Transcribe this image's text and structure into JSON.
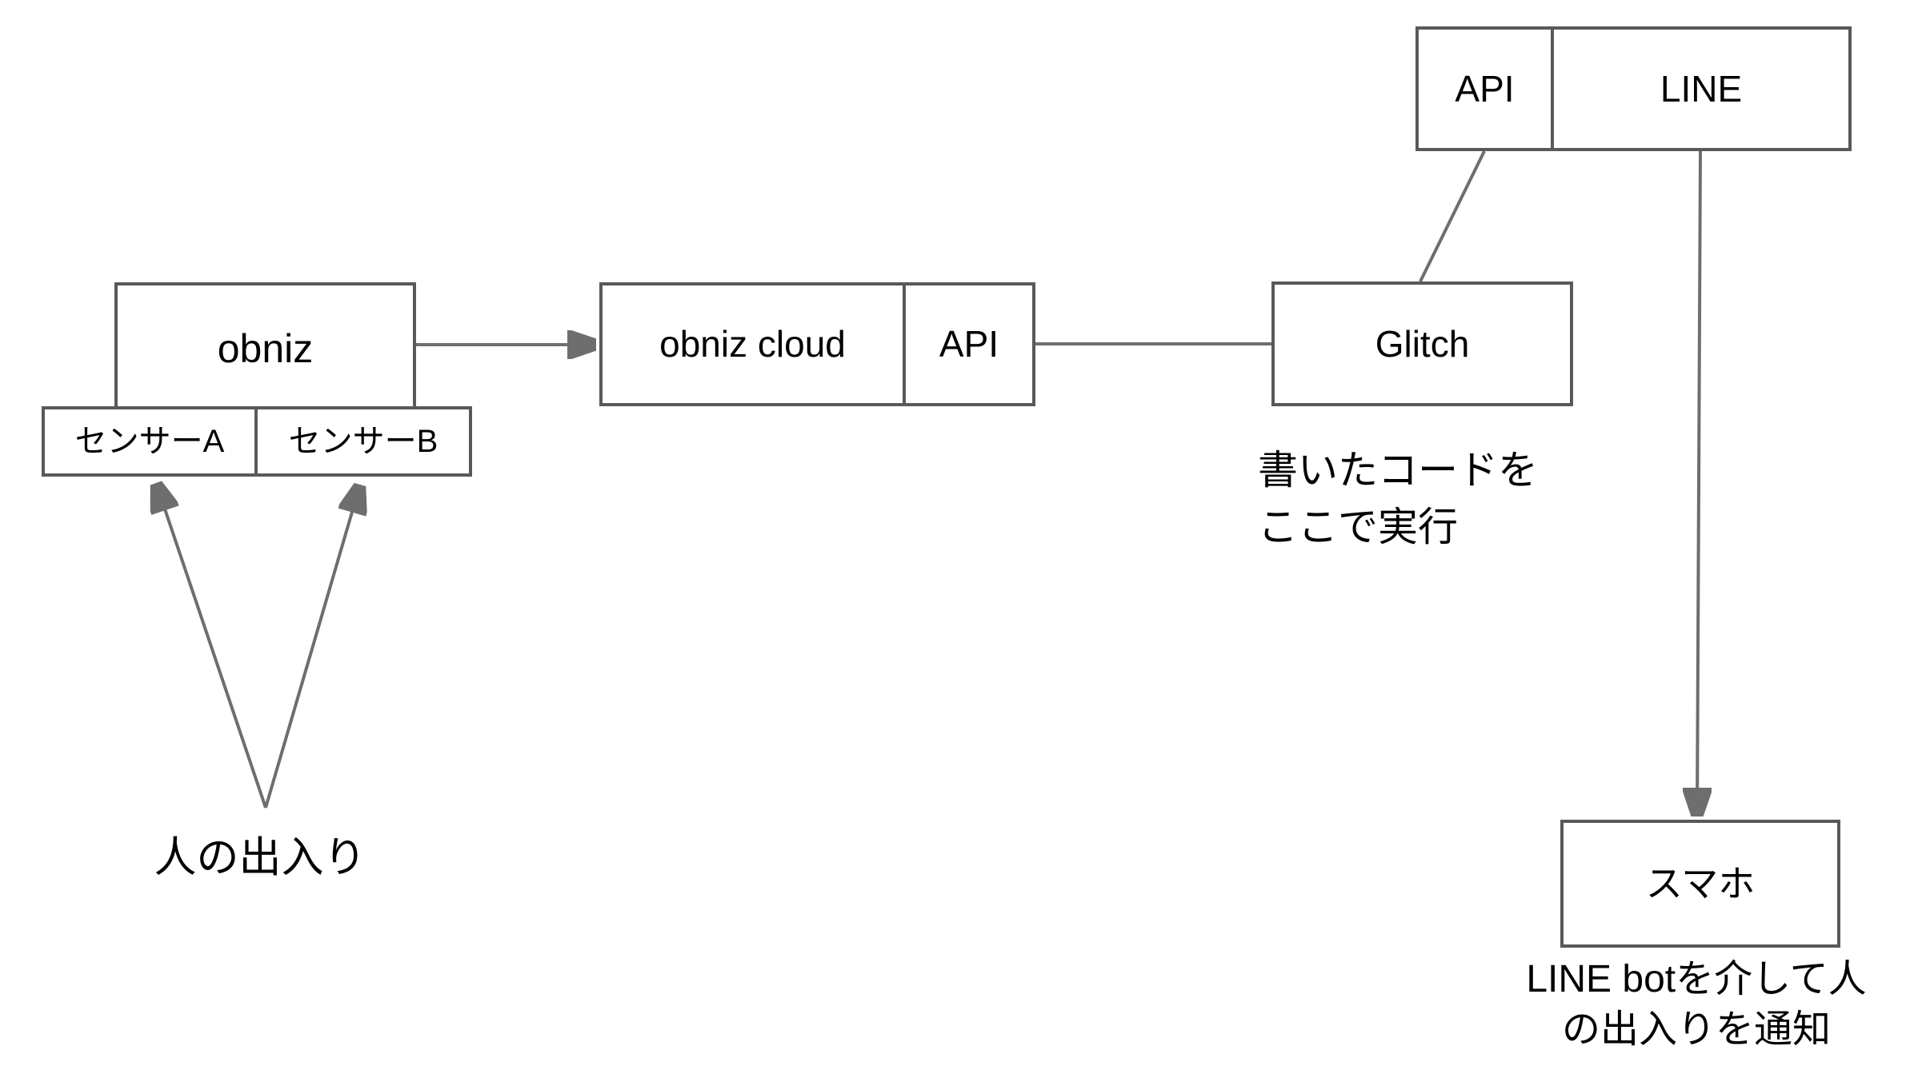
{
  "diagram": {
    "nodes": {
      "obniz": {
        "label": "obniz"
      },
      "sensor_a": {
        "label": "センサーA"
      },
      "sensor_b": {
        "label": "センサーB"
      },
      "obniz_cloud": {
        "label": "obniz cloud"
      },
      "obniz_cloud_api": {
        "label": "API"
      },
      "glitch": {
        "label": "Glitch"
      },
      "line_api": {
        "label": "API"
      },
      "line_app": {
        "label": "LINE"
      },
      "smartphone": {
        "label": "スマホ"
      }
    },
    "annotations": {
      "glitch_note": {
        "line1": "書いたコードを",
        "line2": "ここで実行"
      },
      "people_inout": "人の出入り",
      "notify": {
        "line1": "LINE botを介して人",
        "line2": "の出入りを通知"
      }
    },
    "colors": {
      "box_border": "#595959",
      "connector": "#6e6e6e",
      "text": "#000000",
      "background": "#ffffff"
    }
  }
}
